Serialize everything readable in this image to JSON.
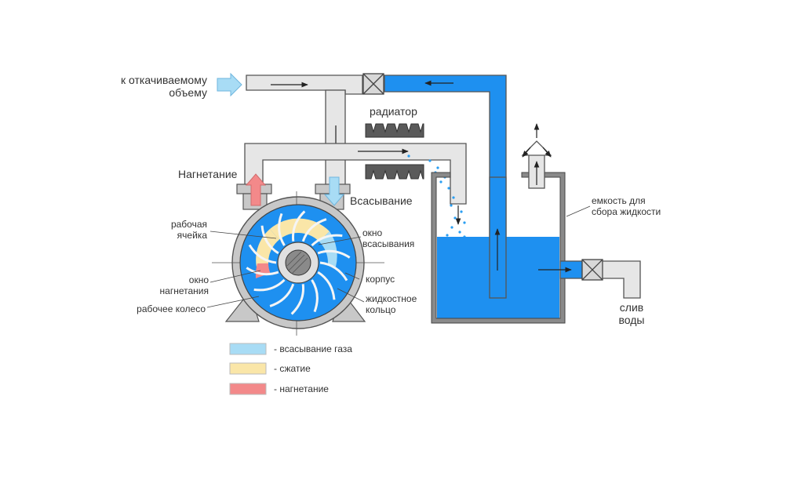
{
  "labels": {
    "to_volume_line1": "к откачиваемому",
    "to_volume_line2": "объему",
    "radiator": "радиатор",
    "discharge": "Нагнетание",
    "suction": "Всасывание",
    "working_cell_line1": "рабочая",
    "working_cell_line2": "ячейка",
    "suction_window_line1": "окно",
    "suction_window_line2": "всасывания",
    "discharge_window_line1": "окно",
    "discharge_window_line2": "нагнетания",
    "housing": "корпус",
    "impeller": "рабочее колесо",
    "liquid_ring_line1": "жидкостное",
    "liquid_ring_line2": "кольцо",
    "tank_line1": "емкость для",
    "tank_line2": "сбора жидкости",
    "drain_line1": "слив",
    "drain_line2": "воды"
  },
  "legend": [
    {
      "label": "- всасывание газа",
      "color": "#a8dcf5"
    },
    {
      "label": "- сжатие",
      "color": "#fae6a8"
    },
    {
      "label": "- нагнетание",
      "color": "#f3898a"
    }
  ],
  "colors": {
    "water": "#1e90f0",
    "pipe_gray": "#e3e3e3",
    "outline": "#555555",
    "housing": "#c8c8c8",
    "arrow_in": "#a8dcf5"
  }
}
